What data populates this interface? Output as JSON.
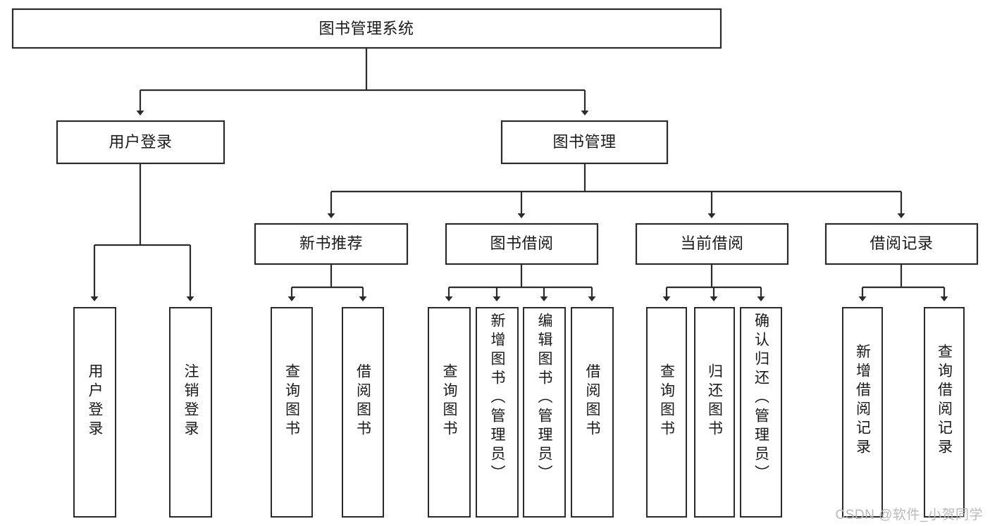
{
  "diagram": {
    "type": "tree-hierarchy-chart",
    "title_node": {
      "id": "root",
      "label": "图书管理系统"
    },
    "level2": [
      {
        "id": "user-login",
        "label": "用户登录"
      },
      {
        "id": "book-management",
        "label": "图书管理"
      }
    ],
    "level3": [
      {
        "id": "new-book-recommend",
        "label": "新书推荐",
        "parent": "book-management"
      },
      {
        "id": "book-borrow",
        "label": "图书借阅",
        "parent": "book-management"
      },
      {
        "id": "current-borrow",
        "label": "当前借阅",
        "parent": "book-management"
      },
      {
        "id": "borrow-record",
        "label": "借阅记录",
        "parent": "book-management"
      }
    ],
    "leaves": [
      {
        "id": "leaf-user-login",
        "label": "用户登录",
        "parent": "user-login"
      },
      {
        "id": "leaf-logout-login",
        "label": "注销登录",
        "parent": "user-login"
      },
      {
        "id": "leaf-query-book-1",
        "label": "查询图书",
        "parent": "new-book-recommend"
      },
      {
        "id": "leaf-borrow-book-1",
        "label": "借阅图书",
        "parent": "new-book-recommend"
      },
      {
        "id": "leaf-query-book-2",
        "label": "查询图书",
        "parent": "book-borrow"
      },
      {
        "id": "leaf-add-book",
        "label": "新增图书（管理员）",
        "parent": "book-borrow"
      },
      {
        "id": "leaf-edit-book",
        "label": "编辑图书（管理员）",
        "parent": "book-borrow"
      },
      {
        "id": "leaf-borrow-book-2",
        "label": "借阅图书",
        "parent": "book-borrow"
      },
      {
        "id": "leaf-query-book-3",
        "label": "查询图书",
        "parent": "current-borrow"
      },
      {
        "id": "leaf-return-book",
        "label": "归还图书",
        "parent": "current-borrow"
      },
      {
        "id": "leaf-confirm-return",
        "label": "确认归还（管理员）",
        "parent": "current-borrow"
      },
      {
        "id": "leaf-add-record",
        "label": "新增借阅记录",
        "parent": "borrow-record"
      },
      {
        "id": "leaf-query-record",
        "label": "查询借阅记录",
        "parent": "borrow-record"
      }
    ],
    "colors": {
      "stroke": "#2b2b2b",
      "fill": "#ffffff",
      "text": "#1a1a1a",
      "watermark": "#b9b9b9"
    }
  },
  "watermark": {
    "text": "CSDN @软件_小贺同学"
  }
}
